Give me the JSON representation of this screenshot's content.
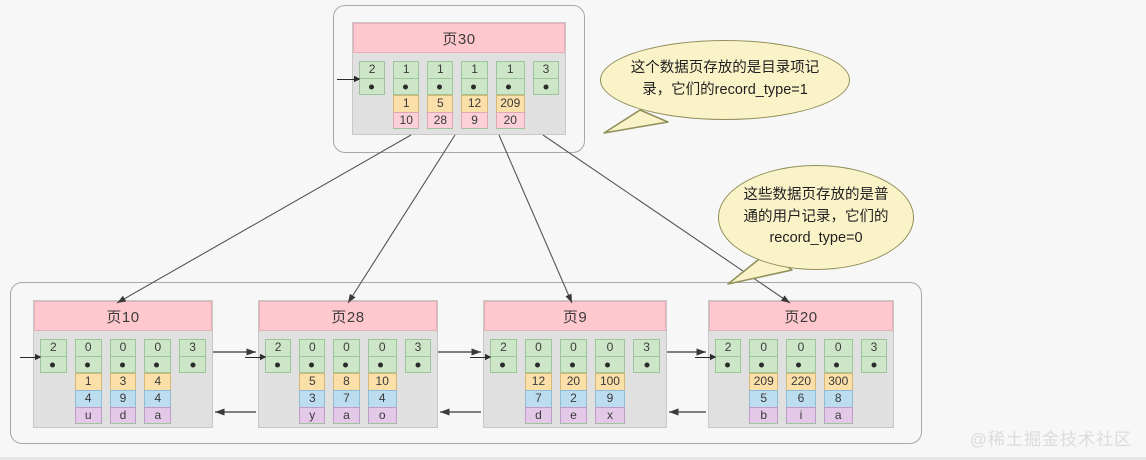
{
  "diagram": {
    "title": "B+ tree index page structure",
    "watermark": "@稀土掘金技术社区",
    "colors": {
      "page_header": "#ffc8cf",
      "page_body": "#e0e0e0",
      "type_cell": "#cde6c7",
      "key_cell": "#fadfa8",
      "value_cell": "#bcdcf0",
      "char_cell": "#e3c8e8",
      "pageno_cell": "#fcd0d8",
      "callout_fill": "#fbf3c8",
      "callout_stroke": "#8f8f5a",
      "background": "#f7f7f7"
    }
  },
  "root_page": {
    "name": "页30",
    "kind": "directory",
    "cells": [
      {
        "type": "2",
        "key": null,
        "page": null
      },
      {
        "type": "1",
        "key": "1",
        "page": "10"
      },
      {
        "type": "1",
        "key": "5",
        "page": "28"
      },
      {
        "type": "1",
        "key": "12",
        "page": "9"
      },
      {
        "type": "1",
        "key": "209",
        "page": "20"
      },
      {
        "type": "3",
        "key": null,
        "page": null
      }
    ]
  },
  "leaf_pages": [
    {
      "name": "页10",
      "cells": [
        {
          "type": "2",
          "key": null,
          "value": null,
          "chr": null
        },
        {
          "type": "0",
          "key": "1",
          "value": "4",
          "chr": "u"
        },
        {
          "type": "0",
          "key": "3",
          "value": "9",
          "chr": "d"
        },
        {
          "type": "0",
          "key": "4",
          "value": "4",
          "chr": "a"
        },
        {
          "type": "3",
          "key": null,
          "value": null,
          "chr": null
        }
      ]
    },
    {
      "name": "页28",
      "cells": [
        {
          "type": "2",
          "key": null,
          "value": null,
          "chr": null
        },
        {
          "type": "0",
          "key": "5",
          "value": "3",
          "chr": "y"
        },
        {
          "type": "0",
          "key": "8",
          "value": "7",
          "chr": "a"
        },
        {
          "type": "0",
          "key": "10",
          "value": "4",
          "chr": "o"
        },
        {
          "type": "3",
          "key": null,
          "value": null,
          "chr": null
        }
      ]
    },
    {
      "name": "页9",
      "cells": [
        {
          "type": "2",
          "key": null,
          "value": null,
          "chr": null
        },
        {
          "type": "0",
          "key": "12",
          "value": "7",
          "chr": "d"
        },
        {
          "type": "0",
          "key": "20",
          "value": "2",
          "chr": "e"
        },
        {
          "type": "0",
          "key": "100",
          "value": "9",
          "chr": "x"
        },
        {
          "type": "3",
          "key": null,
          "value": null,
          "chr": null
        }
      ]
    },
    {
      "name": "页20",
      "cells": [
        {
          "type": "2",
          "key": null,
          "value": null,
          "chr": null
        },
        {
          "type": "0",
          "key": "209",
          "value": "5",
          "chr": "b"
        },
        {
          "type": "0",
          "key": "220",
          "value": "6",
          "chr": "i"
        },
        {
          "type": "0",
          "key": "300",
          "value": "8",
          "chr": "a"
        },
        {
          "type": "3",
          "key": null,
          "value": null,
          "chr": null
        }
      ]
    }
  ],
  "callouts": [
    {
      "text": "这个数据页存放的是目录项记录，它们的record_type=1"
    },
    {
      "text": "这些数据页存放的是普通的用户记录，它们的record_type=0"
    }
  ]
}
